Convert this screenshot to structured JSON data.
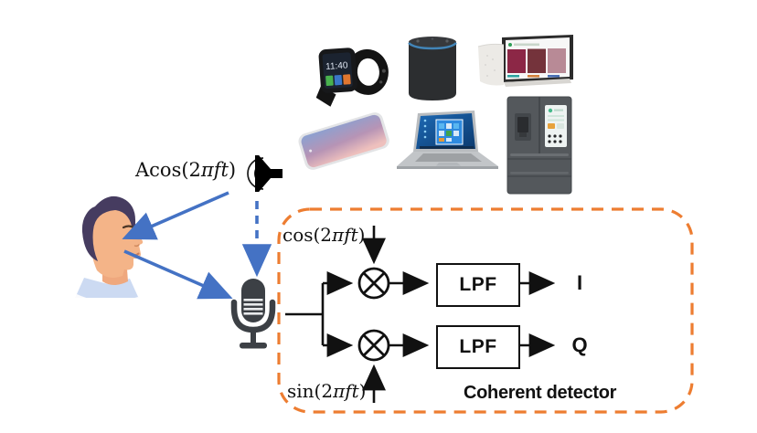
{
  "colors": {
    "arrow_blue": "#4472C4",
    "detector_orange": "#ED7D31",
    "ink": "#111111"
  },
  "transmitter": {
    "signal_label": {
      "pre": "Acos(2",
      "var": "πft",
      "post": ")"
    }
  },
  "detector": {
    "title": "Coherent detector",
    "cos_ref": {
      "pre": "cos(2",
      "var": "πft",
      "post": ")"
    },
    "sin_ref": {
      "pre": "sin(2",
      "var": "πft",
      "post": ")"
    },
    "lpf_top": "LPF",
    "lpf_bottom": "LPF",
    "output_i": "I",
    "output_q": "Q"
  },
  "devices": {
    "items": [
      {
        "name": "smartwatch",
        "time": "11:40"
      },
      {
        "name": "smart-speaker"
      },
      {
        "name": "smart-display"
      },
      {
        "name": "smartphone"
      },
      {
        "name": "laptop"
      },
      {
        "name": "smart-refrigerator"
      }
    ]
  }
}
